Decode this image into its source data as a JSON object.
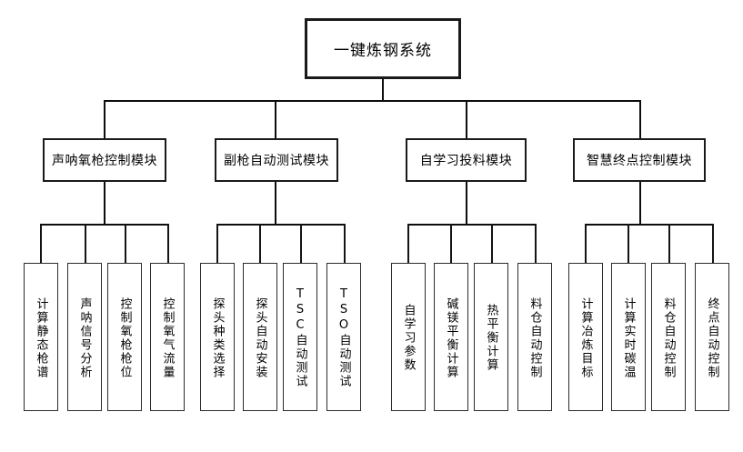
{
  "diagram": {
    "title": "一键炼钢系统",
    "type": "organization-tree",
    "root": {
      "label": "一键炼钢系统"
    },
    "modules": [
      {
        "label": "声呐氧枪控制模块",
        "children": [
          {
            "label": "计算静态枪谱"
          },
          {
            "label": "声呐信号分析"
          },
          {
            "label": "控制氧枪枪位"
          },
          {
            "label": "控制氧气流量"
          }
        ]
      },
      {
        "label": "副枪自动测试模块",
        "children": [
          {
            "label": "探头种类选择"
          },
          {
            "label": "探头自动安装"
          },
          {
            "label": "TSC自动测试"
          },
          {
            "label": "TSO自动测试"
          }
        ]
      },
      {
        "label": "自学习投料模块",
        "children": [
          {
            "label": "自学习参数"
          },
          {
            "label": "碱镁平衡计算"
          },
          {
            "label": "热平衡计算"
          },
          {
            "label": "料仓自动控制"
          }
        ]
      },
      {
        "label": "智慧终点控制模块",
        "children": [
          {
            "label": "计算冶炼目标"
          },
          {
            "label": "计算实时碳温"
          },
          {
            "label": "料仓自动控制"
          },
          {
            "label": "终点自动控制"
          }
        ]
      }
    ],
    "colors": {
      "background": "#ffffff",
      "border": "#1a1a1a",
      "line": "#0d0d0d",
      "text": "#000000"
    }
  }
}
